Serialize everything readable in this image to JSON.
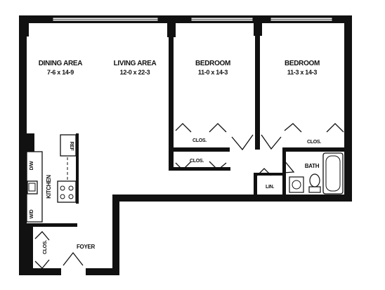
{
  "rooms": {
    "dining": {
      "name": "DINING AREA",
      "dims": "7-6 x 14-9"
    },
    "living": {
      "name": "LIVING AREA",
      "dims": "12-0 x 22-3"
    },
    "bedroom1": {
      "name": "BEDROOM",
      "dims": "11-0 x 14-3"
    },
    "bedroom2": {
      "name": "BEDROOM",
      "dims": "11-3 x 14-3"
    },
    "kitchen": {
      "name": "KITCHEN"
    },
    "bath": {
      "name": "BATH"
    },
    "foyer": {
      "name": "FOYER"
    }
  },
  "fixtures": {
    "clos_bed1": "CLOS.",
    "clos_hall": "CLOS.",
    "clos_bed2": "CLOS.",
    "clos_foyer": "CLOS.",
    "linen": "LIN.",
    "ref": "REF",
    "dw": "D/W",
    "wd": "W/D"
  },
  "colors": {
    "ink": "#111111",
    "paper": "#ffffff"
  }
}
